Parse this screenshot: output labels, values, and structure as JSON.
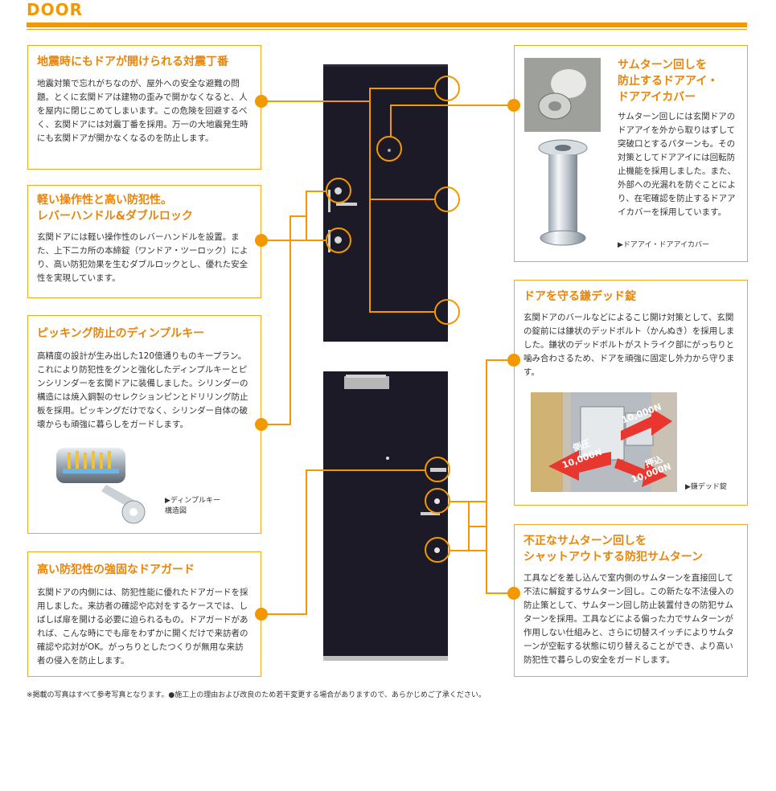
{
  "header": {
    "title": "DOOR"
  },
  "sections": {
    "seismic": {
      "title": "地震時にもドアが開けられる対震丁番",
      "body": "地震対策で忘れがちなのが、屋外への安全な避難の問題。とくに玄関ドアは建物の歪みで開かなくなると、人を屋内に閉じこめてしまいます。この危険を回避するべく、玄関ドアには対震丁番を採用。万一の大地震発生時にも玄関ドアが開かなくなるのを防止します。"
    },
    "lever": {
      "title": "軽い操作性と高い防犯性。\nレバーハンドル&ダブルロック",
      "body": "玄関ドアには軽い操作性のレバーハンドルを設置。また、上下二カ所の本締錠（ワンドア・ツーロック）により、高い防犯効果を生むダブルロックとし、優れた安全性を実現しています。"
    },
    "dimple": {
      "title": "ピッキング防止のディンプルキー",
      "body": "高精度の設計が生み出した120億通りものキープラン。これにより防犯性をグンと強化したディンプルキーとピンシリンダーを玄関ドアに装備しました。シリンダーの構造には焼入鋼製のセレクションピンとドリリング防止板を採用。ピッキングだけでなく、シリンダー自体の破壊からも頑強に暮らしをガードします。",
      "caption": "▶ディンプルキー\n構造図"
    },
    "guard": {
      "title": "高い防犯性の強固なドアガード",
      "body": "玄関ドアの内側には、防犯性能に優れたドアガードを採用しました。来訪者の確認や応対をするケースでは、しばしば扉を開ける必要に迫られるもの。ドアガードがあれば、こんな時にでも扉をわずかに開くだけで来訪者の確認や応対がOK。がっちりとしたつくりが無用な来訪者の侵入を防止します。"
    },
    "doorscope": {
      "title": "サムターン回しを\n防止するドアアイ・\nドアアイカバー",
      "body": "サムターン回しには玄関ドアのドアアイを外から取りはずして突破口とするパターンも。その対策としてドアアイには回転防止機能を採用しました。また、外部への光漏れを防ぐことにより、在宅確認を防止するドアアイカバーを採用しています。",
      "caption": "▶ドアアイ・ドアアイカバー"
    },
    "deadbolt": {
      "title": "ドアを守る鎌デッド錠",
      "body": "玄関ドアのバールなどによるこじ開け対策として、玄関の錠前には鎌状のデッドボルト（かんぬき）を採用しました。鎌状のデッドボルトがストライク部にがっちりと噛み合わさるため、ドアを頑強に固定し外力から守ります。",
      "caption": "▶鎌デッド錠",
      "labels": {
        "force1": "10,000N",
        "force2": "10,000N",
        "force3": "10,000N",
        "side": "側圧",
        "push": "押込"
      }
    },
    "thumbturn": {
      "title": "不正なサムターン回しを\nシャットアウトする防犯サムターン",
      "body": "工具などを差し込んで室内側のサムターンを直接回して不法に解錠するサムターン回し。この新たな不法侵入の防止策として、サムターン回し防止装置付きの防犯サムターンを採用。工具などによる偏った力でサムターンが作用しない仕組みと、さらに切替スイッチによりサムターンが空転する状態に切り替えることができ、より高い防犯性で暮らしの安全をガードします。"
    }
  },
  "footnote": "※掲載の写真はすべて参考写真となります。●施工上の理由および改良のため若干変更する場合がありますので、あらかじめご了承ください。",
  "colors": {
    "accent": "#f39800",
    "door": "#1b1a26"
  }
}
